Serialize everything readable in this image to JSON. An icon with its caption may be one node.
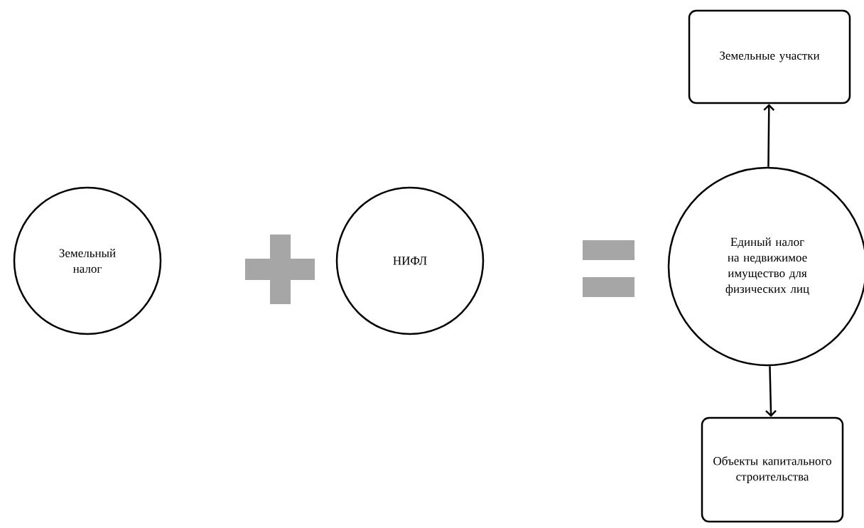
{
  "diagram": {
    "nodes": [
      {
        "text": [
          "Земельный налог"
        ]
      },
      {
        "text": [
          "НИФЛ"
        ]
      },
      {
        "text": [
          "Единый налог на недвижимое имущество для физических лиц"
        ]
      },
      {
        "text": [
          "Земельные участки"
        ]
      },
      {
        "text": [
          "Объекты капитального строительства"
        ]
      }
    ],
    "edges": [
      {
        "from": 2,
        "to": 3,
        "arrow": "to"
      },
      {
        "from": 2,
        "to": 4,
        "arrow": "to"
      }
    ]
  }
}
